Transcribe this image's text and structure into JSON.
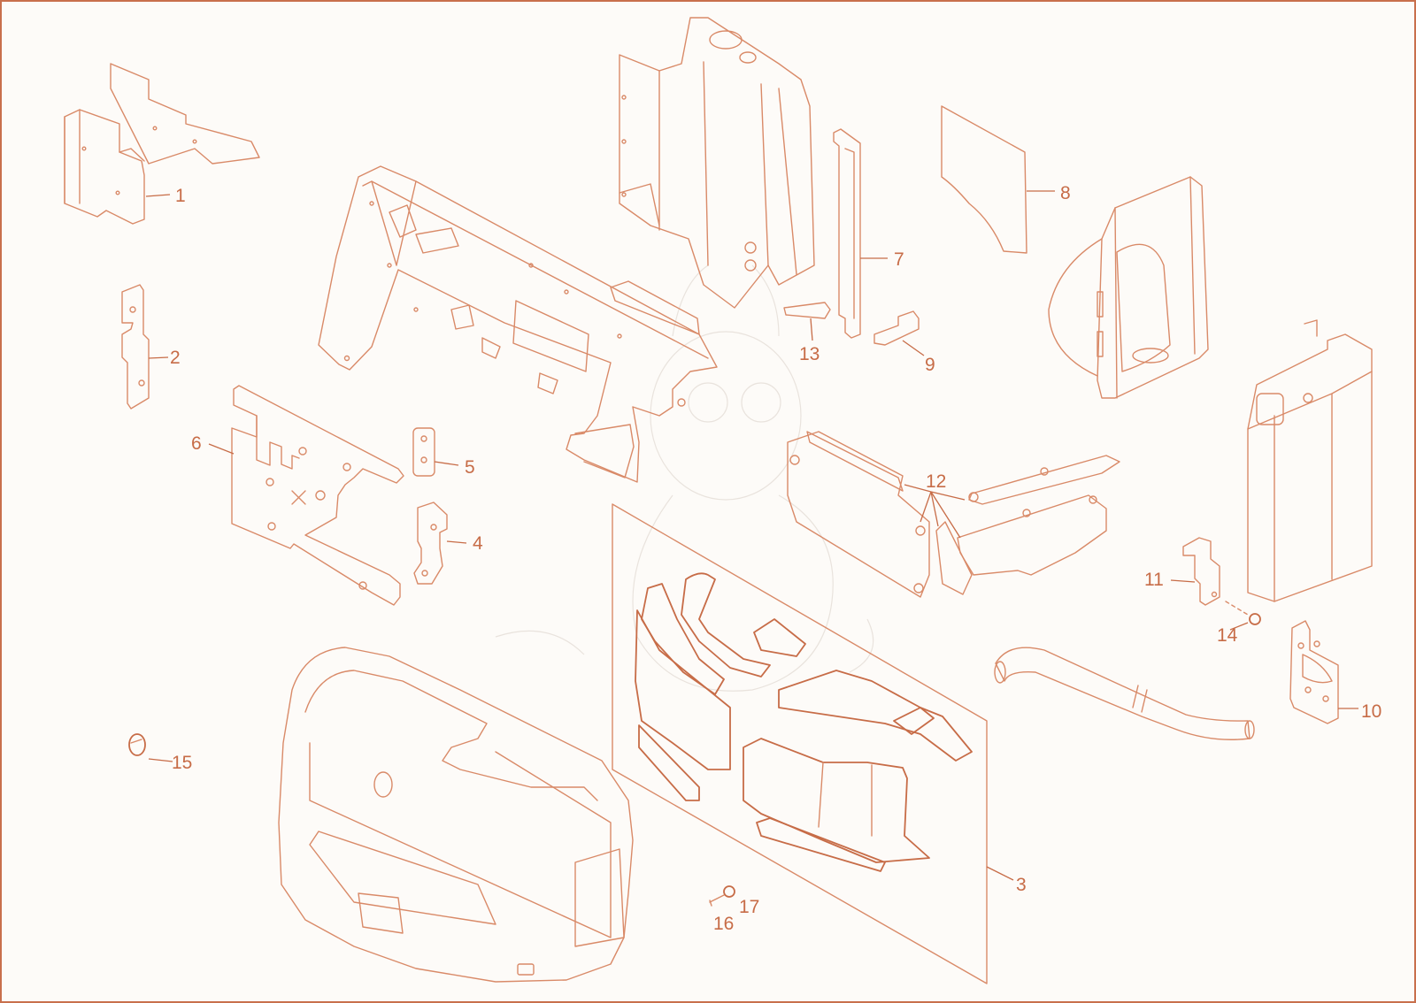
{
  "callouts": [
    {
      "id": "1",
      "label": "1"
    },
    {
      "id": "2",
      "label": "2"
    },
    {
      "id": "3",
      "label": "3"
    },
    {
      "id": "4",
      "label": "4"
    },
    {
      "id": "5",
      "label": "5"
    },
    {
      "id": "6",
      "label": "6"
    },
    {
      "id": "7",
      "label": "7"
    },
    {
      "id": "8",
      "label": "8"
    },
    {
      "id": "9",
      "label": "9"
    },
    {
      "id": "10",
      "label": "10"
    },
    {
      "id": "11",
      "label": "11"
    },
    {
      "id": "12",
      "label": "12"
    },
    {
      "id": "13",
      "label": "13"
    },
    {
      "id": "14",
      "label": "14"
    },
    {
      "id": "15",
      "label": "15"
    },
    {
      "id": "16",
      "label": "16"
    },
    {
      "id": "17",
      "label": "17"
    }
  ],
  "colors": {
    "line": "#d98a68",
    "accent": "#c76c47",
    "background": "#fdfbf8"
  }
}
